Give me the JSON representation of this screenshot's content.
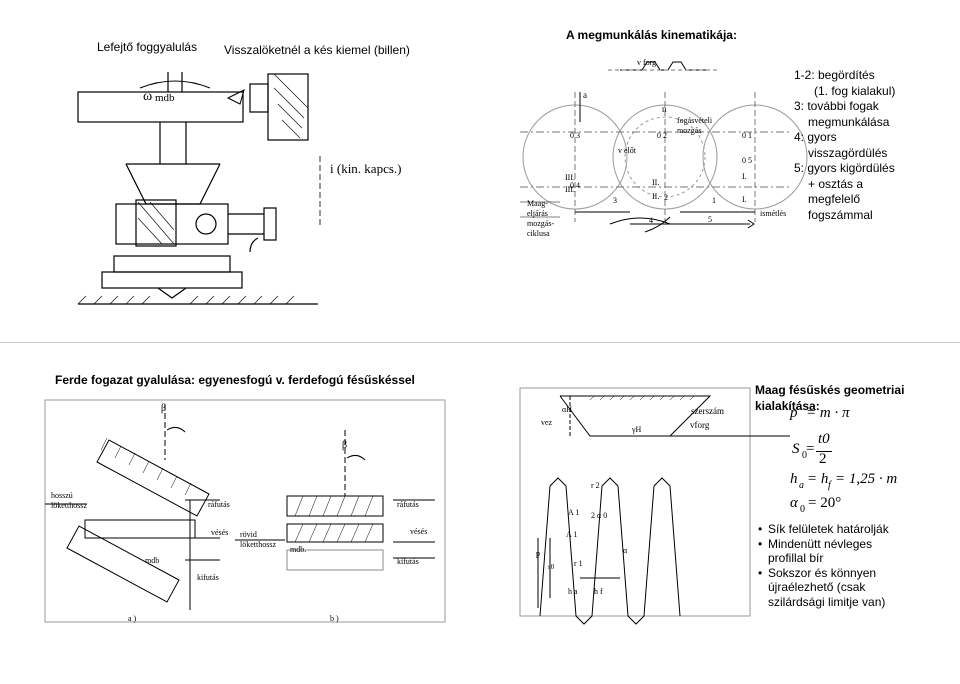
{
  "slide1": {
    "left_title": "Lefejtő foggyalulás",
    "mid_title": "Visszalöketnél a kés kiemel (billen)",
    "right_title": "A megmunkálás kinematikája:",
    "fig_labels": {
      "omega": "ω",
      "mdb": "mdb",
      "ratio": "i (kin. kapcs.)",
      "v_forg": "v forg",
      "v_elot": "v előt",
      "n": "n",
      "fogas": "fogásvételi mozgás",
      "a": "a",
      "o3": "0 3",
      "o4": "0 4",
      "o2": "0 2",
      "o1": "0 1",
      "o5": "0 5",
      "III1": "III.",
      "III2": "III.",
      "II1": "II.",
      "II2": "II.",
      "I1": "I.",
      "I2": "I.",
      "maag": "Maag-eljárás mozgás-ciklusa",
      "n1": "1",
      "n2": "2",
      "n3": "3",
      "n4": "4",
      "n5": "5",
      "ism": "ismétlés"
    },
    "steps": [
      "1-2: begördítés",
      "(1. fog kialakul)",
      "3: további fogak",
      "megmunkálása",
      "4: gyors",
      "visszagördülés",
      "5: gyors kigördülés",
      "+ osztás a",
      "megfelelő",
      "fogszámmal"
    ]
  },
  "slide2": {
    "left_title": "Ferde fogazat gyalulása: egyenesfogú v. ferdefogú fésűskéssel",
    "right_title": "Maag fésűskés geometriai kialakítása:",
    "fig_labels": {
      "beta1": "β",
      "beta2": "β",
      "hosszu": "hosszú löketthossz",
      "rafutas1": "ráfutás",
      "rafutas2": "ráfutás",
      "veses1": "vésés",
      "veses2": "vésés",
      "kifutas1": "kifutás",
      "kifutas2": "kifutás",
      "mdb1": "mdb",
      "mdb2": "mdb.",
      "rovid": "rövid löketthossz",
      "a_lab": "a )",
      "b_lab": "b )",
      "vez": "vez",
      "alpha_h": "αH",
      "gamma_h": "γH",
      "szerszam": "szerszám",
      "vforg": "vforg",
      "r2": "r 2",
      "A1": "A 1",
      "A1b": "A 1",
      "two_alpha": "2 α 0",
      "alpha": "α",
      "p": "p",
      "s0": "s0",
      "r1": "r 1",
      "ha": "h a",
      "hf": "h f"
    },
    "formulas": {
      "f1_lhs": "p",
      "f1_rhs": "= m · π",
      "f2_lhs": "S",
      "f2_sub": "0",
      "f2_num": "t0",
      "f2_den": "2",
      "f3_lhs": "h",
      "f3_sub": "a",
      "f3_mid": "= h",
      "f3_sub2": "f",
      "f3_rhs": "= 1,25 · m",
      "f4_lhs": "α",
      "f4_sub": "0",
      "f4_rhs": "= 20°"
    },
    "bullets": [
      "Sík felületek határolják",
      "Mindenütt névleges",
      "profillal bír",
      "Sokszor és könnyen",
      "újraélezhető (csak",
      "szilárdsági limitje van)"
    ]
  }
}
